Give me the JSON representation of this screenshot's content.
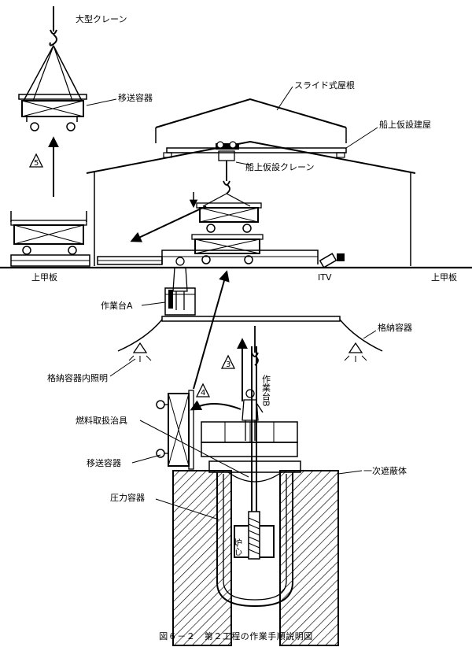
{
  "labels": {
    "large_crane": "大型クレーン",
    "transfer_container_top": "移送容器",
    "slide_roof": "スライド式屋根",
    "onboard_temp_building": "船上仮設建屋",
    "onboard_temp_crane": "船上仮設クレーン",
    "upper_deck_left": "上甲板",
    "upper_deck_right": "上甲板",
    "itv": "ITV",
    "work_platform_a": "作業台A",
    "storage_container": "格納容器",
    "storage_container_lighting": "格納容器内照明",
    "work_platform_b": "作業台B",
    "fuel_removal_tool": "燃料取扱治具",
    "transfer_container_bottom": "移送容器",
    "pressure_vessel": "圧力容器",
    "primary_shield": "一次遮蔽体",
    "reactor_core": "炉心"
  },
  "steps": {
    "step3": "3",
    "step4": "4",
    "step5": "5"
  },
  "caption": "図６－２　第２工程の作業手順説明図",
  "colors": {
    "ink": "#000000",
    "paper": "#ffffff"
  }
}
